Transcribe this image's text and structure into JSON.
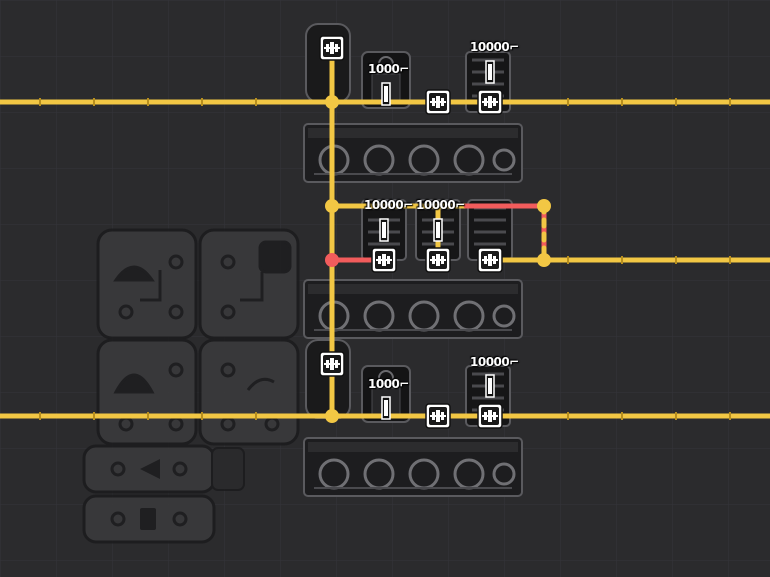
{
  "colors": {
    "background": "#2b2b2d",
    "grid": "#34353a",
    "wire": "#f2c744",
    "wire_overloaded": "#f25c5c",
    "machine_body": "#1d1d1f",
    "machine_edge": "#5a5a5e",
    "overlay_panel": "#3a3a3c"
  },
  "labels": {
    "top_generator": "1000",
    "top_battery": "10000",
    "mid_battery_left": "10000",
    "mid_battery_right": "10000",
    "bottom_generator": "1000",
    "bottom_battery": "10000"
  },
  "unit_mark": "⌐",
  "icons": [
    "power-connection-icon",
    "wattage-bar-icon",
    "circuit-panel-icon",
    "play-direction-icon",
    "automation-port-icon"
  ]
}
